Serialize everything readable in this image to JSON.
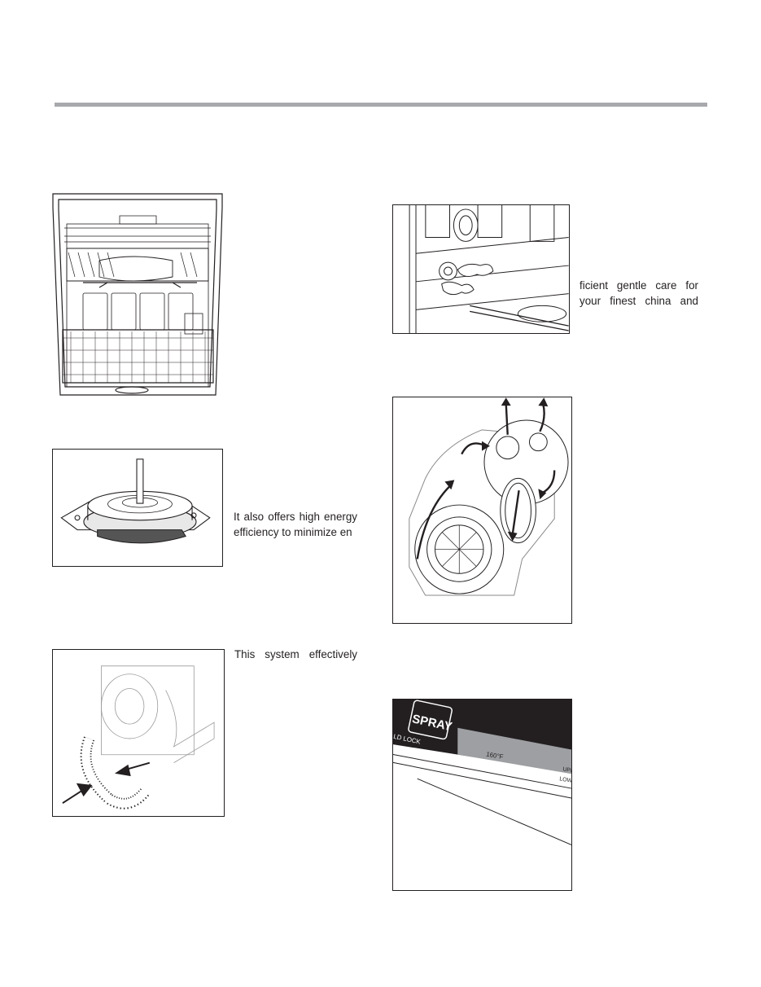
{
  "text": {
    "gentle_care": [
      "ficient gentle care for",
      "your finest china and"
    ],
    "energy": [
      "It also offers high energy",
      "efficiency to minimize en"
    ],
    "system": [
      "This system effectively"
    ]
  },
  "control_panel": {
    "spray_label": "SPRAY",
    "lock_label": "LD LOCK",
    "temp_label": "160°F",
    "upper_label": "UPPER",
    "lower_label": "LOWER"
  }
}
